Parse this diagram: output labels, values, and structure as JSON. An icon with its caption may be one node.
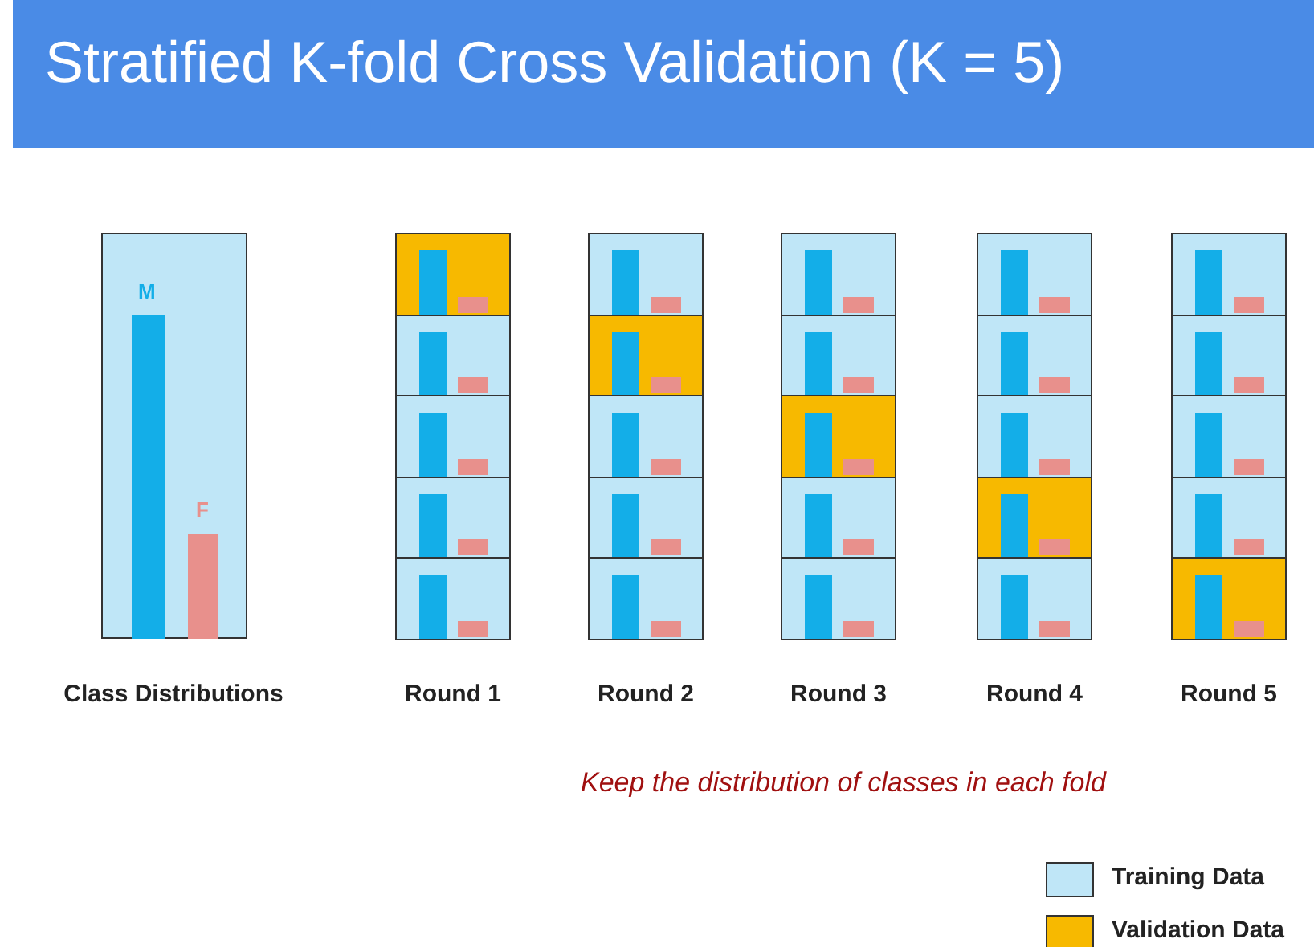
{
  "diagram": {
    "title": "Stratified K-fold Cross Validation (K = 5)",
    "labels": [
      "M",
      "F",
      "Class Distributions",
      "Round 1",
      "Round 2",
      "Round 3",
      "Round 4",
      "Round 5",
      "Keep the distribution of classes in each fold"
    ],
    "legend": [
      {
        "text": "Training Data",
        "color": "#bfe6f7"
      },
      {
        "text": "Validation Data",
        "color": "#f7b900"
      }
    ]
  }
}
